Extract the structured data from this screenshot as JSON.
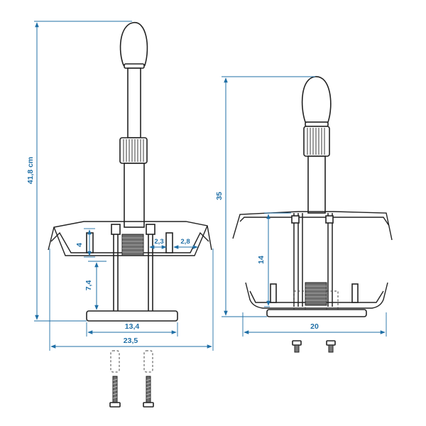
{
  "dimensions": {
    "overall_height_left": "41,8 cm",
    "overall_height_right": "35",
    "basket_depth": "4",
    "slot_width_a": "2,3",
    "slot_width_b": "2,8",
    "stand_height": "7,4",
    "base_width": "13,4",
    "overall_width_left": "23,5",
    "basket_height_right": "14",
    "overall_width_right": "20"
  },
  "colors": {
    "dimension_blue": "#1f6fa6",
    "line_dark": "#222222",
    "grip_gray": "#6d6d6d"
  },
  "icons": [
    "bolt-icon",
    "screw-icon"
  ]
}
